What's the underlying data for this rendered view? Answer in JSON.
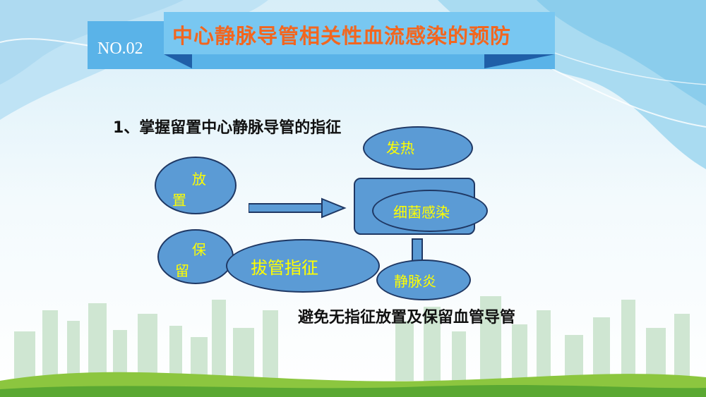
{
  "header": {
    "number": "NO.02",
    "title": "中心静脉导管相关性血流感染的预防"
  },
  "content": {
    "heading": "1、掌握留置中心静脉导管的指征",
    "nodes": {
      "place_char1": "放",
      "place_char2": "置",
      "retain_char1": "保",
      "retain_char2": "留",
      "removal": "拔管指征",
      "fever": "发热",
      "bacterial_infection": "细菌感染",
      "phlebitis": "静脉炎"
    },
    "caption": "避免无指征放置及保留血管导管"
  },
  "colors": {
    "title": "#f2661f",
    "node_fill": "#5b9bd5",
    "node_border": "#1f3864",
    "node_text": "#ffff00",
    "banner": "#5ab3e8"
  }
}
